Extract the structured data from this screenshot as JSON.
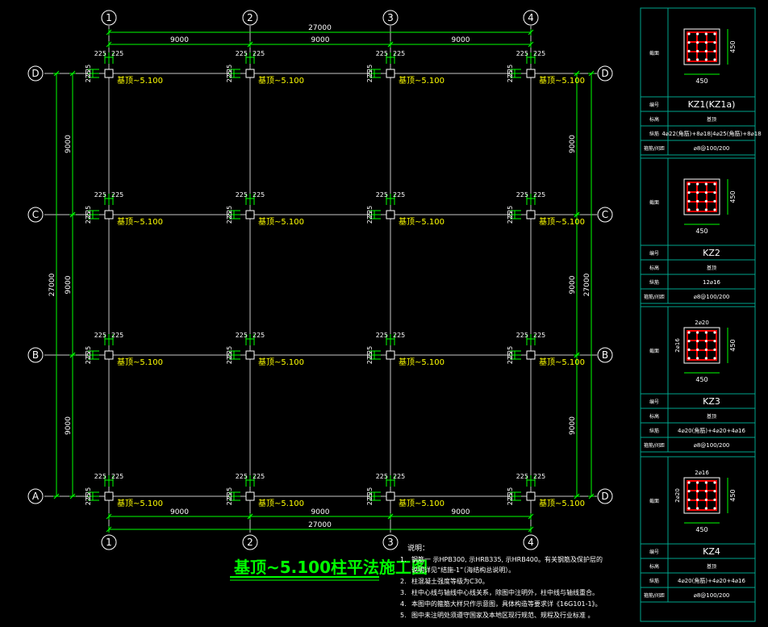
{
  "grid": {
    "columns": [
      "1",
      "2",
      "3",
      "4"
    ],
    "rows": [
      "D",
      "C",
      "B",
      "A"
    ],
    "right_row_labels": [
      "D",
      "C",
      "B",
      "D"
    ],
    "bay_span": "9000",
    "total_span": "27000",
    "offset": "225"
  },
  "column_label": "基顶~5.100",
  "drawing_title": "基顶~5.100柱平法施工图",
  "notes": {
    "heading": "说明：",
    "items": [
      {
        "num": "1.",
        "text": "钢筋一 示HPB300, 示HRB335, 示HRB400。有关钢筋及保护层的"
      },
      {
        "num": "",
        "text": "说明详见“结施-1”（海结构总说明）。"
      },
      {
        "num": "2.",
        "text": "柱混凝土强度等级为C30。"
      },
      {
        "num": "3.",
        "text": "柱中心线与轴线中心线关系，除图中注明外，柱中线与轴线重合。"
      },
      {
        "num": "4.",
        "text": "本图中的箍筋大样只作示意图，具体构造等要求详《16G101-1》。"
      },
      {
        "num": "5.",
        "text": "图中未注明处须遵守国家及本地区现行规范、规程及行业标准 。"
      }
    ]
  },
  "schedule": {
    "row_labels": {
      "section": "截面",
      "name": "编号",
      "level": "标高",
      "bars": "纵筋",
      "stirrups": "箍筋/间距"
    },
    "cols": [
      {
        "name": "KZ1(KZ1a)",
        "level": "基顶",
        "bars": "4⌀22(角筋)+8⌀18|4⌀25(角筋)+8⌀18",
        "stirrups": "⌀8@100/200",
        "width": "450",
        "height": "450",
        "top_note": "",
        "side_note": ""
      },
      {
        "name": "KZ2",
        "level": "基顶",
        "bars": "12⌀16",
        "stirrups": "⌀8@100/200",
        "width": "450",
        "height": "450",
        "top_note": "",
        "side_note": ""
      },
      {
        "name": "KZ3",
        "level": "基顶",
        "bars": "4⌀20(角筋)+4⌀20+4⌀16",
        "stirrups": "⌀8@100/200",
        "width": "450",
        "height": "450",
        "top_note": "2⌀20",
        "side_note": "2⌀16"
      },
      {
        "name": "KZ4",
        "level": "基顶",
        "bars": "4⌀20(角筋)+4⌀20+4⌀16",
        "stirrups": "⌀8@100/200",
        "width": "450",
        "height": "450",
        "top_note": "2⌀16",
        "side_note": "2⌀20"
      }
    ]
  },
  "colors": {
    "background": "#000000",
    "axis": "#ffffff",
    "gridline": "#c8c8c8",
    "dimension": "#00ff00",
    "label": "#ffff00",
    "table": "#00a58c",
    "rebar": "#ff0000",
    "title": "#00ff00"
  }
}
